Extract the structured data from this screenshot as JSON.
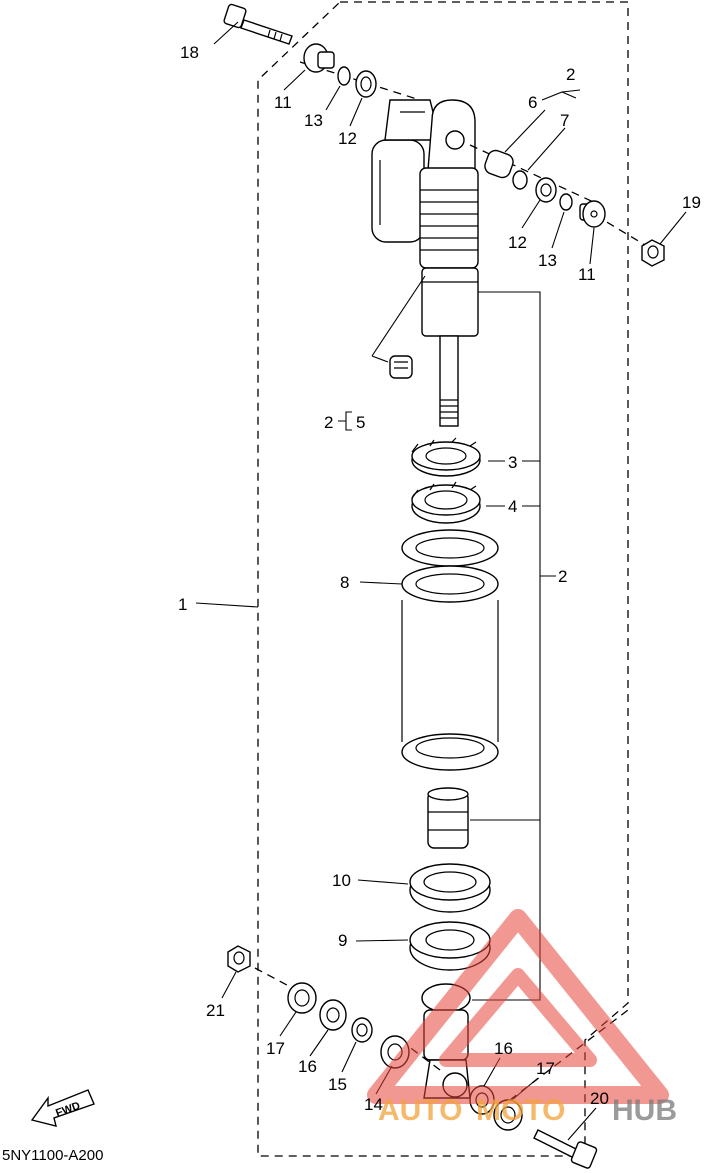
{
  "diagram": {
    "code": "5NY1100-A200",
    "fwd_label": "FWD",
    "watermark": {
      "part_a": "AUTO",
      "part_b": "MOTO",
      "part_c": "HUB",
      "accent": "#e8443a"
    },
    "callouts": {
      "c1": "1",
      "c2_top": "2",
      "c2_mid": "2",
      "c2_small": "2",
      "c3": "3",
      "c4": "4",
      "c5": "5",
      "c6": "6",
      "c7": "7",
      "c8": "8",
      "c9": "9",
      "c10": "10",
      "c11_left": "11",
      "c11_right": "11",
      "c12_left": "12",
      "c12_right": "12",
      "c13_left": "13",
      "c13_right": "13",
      "c14": "14",
      "c15": "15",
      "c16_left": "16",
      "c16_right": "16",
      "c17_left": "17",
      "c17_right": "17",
      "c18": "18",
      "c19": "19",
      "c20": "20",
      "c21": "21"
    }
  }
}
